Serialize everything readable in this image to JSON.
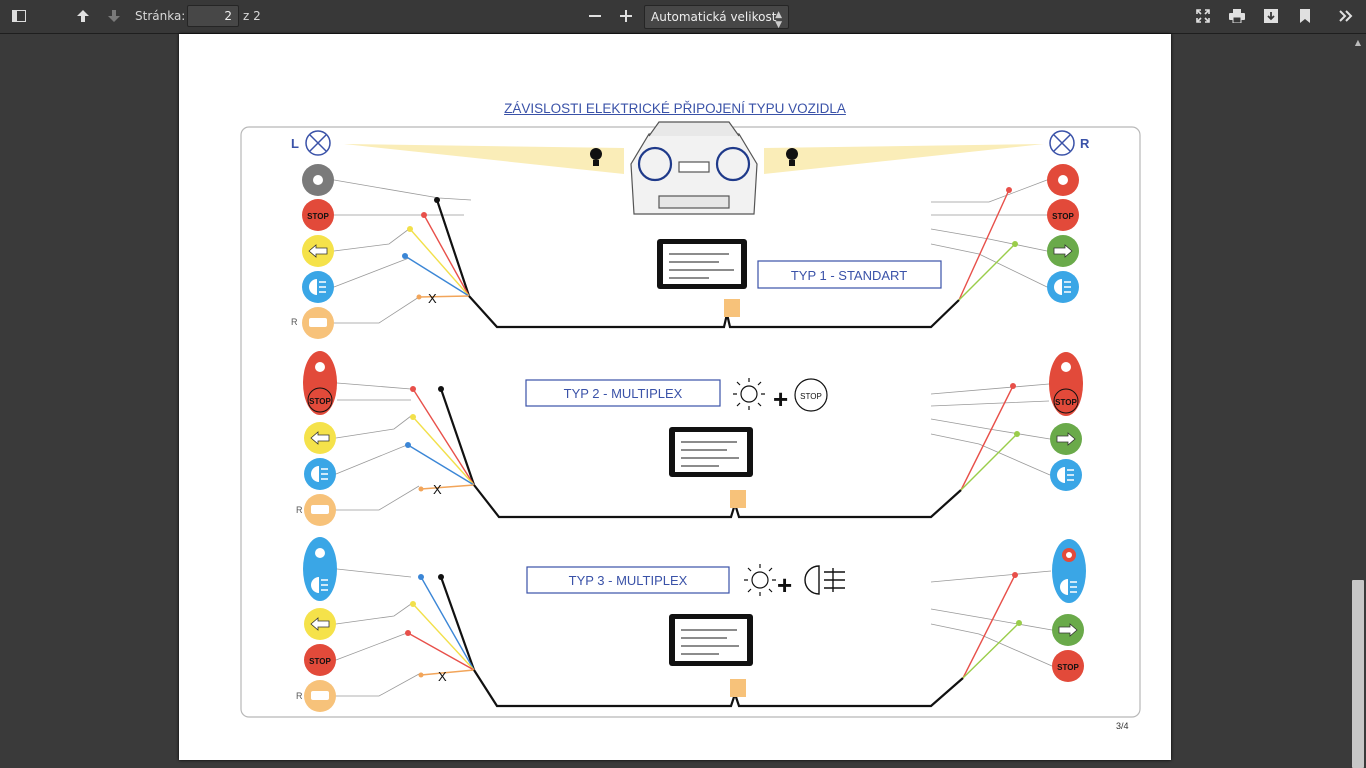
{
  "toolbar": {
    "page_label": "Stránka:",
    "page_value": "2",
    "page_count": "z 2",
    "zoom": "Automatická velikost",
    "icons": {
      "sidebar": "sidebar-toggle-icon",
      "prev": "arrow-up-icon",
      "next": "arrow-down-icon",
      "zoom_out": "minus-icon",
      "zoom_in": "plus-icon",
      "fullscreen": "fullscreen-icon",
      "print": "print-icon",
      "download": "download-icon",
      "bookmark": "bookmark-icon",
      "more": "double-chevron-right-icon"
    }
  },
  "document": {
    "title": "ZÁVISLOSTI ELEKTRICKÉ PŘIPOJENÍ TYPU VOZIDLA",
    "left_marker": "L",
    "right_marker": "R",
    "reverse_marker": "R",
    "stop_text": "STOP",
    "unused_mark": "X",
    "page_number": "3/4",
    "sections": [
      {
        "label": "TYP 1  - STANDART"
      },
      {
        "label": "TYP 2  - MULTIPLEX"
      },
      {
        "label": "TYP 3  - MULTIPLEX"
      }
    ]
  },
  "colors": {
    "wire_red": "#e8504a",
    "wire_yellow": "#f2e04a",
    "wire_blue": "#3b86d6",
    "wire_green": "#9acd4a",
    "wire_orange": "#f2a55a",
    "wire_black": "#111111",
    "light_grey": "#7a7a7a",
    "light_red": "#e24a3a",
    "light_yellow": "#f5e24a",
    "light_blue": "#3aa6e6",
    "light_green": "#6aaa4a",
    "light_orange": "#f7c27a",
    "title_blue": "#3a52a8"
  }
}
